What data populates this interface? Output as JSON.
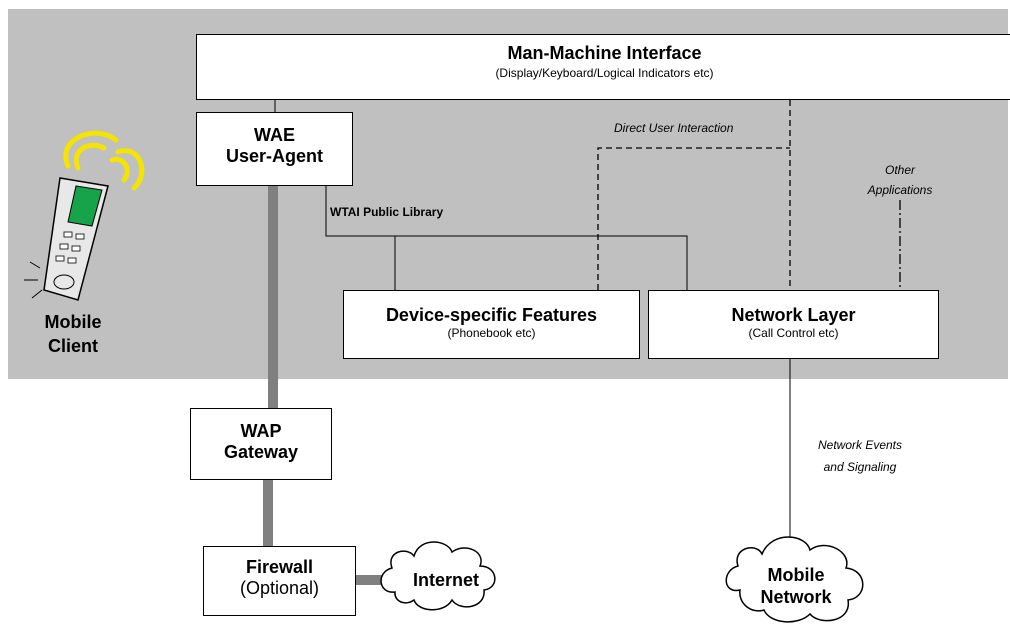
{
  "colors": {
    "band": "#c0c0c0",
    "box_fill": "#ffffff",
    "line": "#000000",
    "thick_link": "#808080",
    "phone_screen": "#16a34a",
    "signal": "#f5e400"
  },
  "icons": {
    "phone": "mobile-phone-icon",
    "internet": "cloud-icon",
    "mobile_network": "cloud-icon"
  },
  "mmi": {
    "title": "Man-Machine Interface",
    "subtitle": "(Display/Keyboard/Logical Indicators etc)"
  },
  "wae": {
    "line1": "WAE",
    "line2": "User-Agent"
  },
  "device": {
    "title": "Device-specific Features",
    "subtitle": "(Phonebook etc)"
  },
  "network_layer": {
    "title": "Network Layer",
    "subtitle": "(Call Control etc)"
  },
  "gateway": {
    "line1": "WAP",
    "line2": "Gateway"
  },
  "firewall": {
    "title": "Firewall",
    "subtitle": "(Optional)"
  },
  "mobile_client": {
    "line1": "Mobile",
    "line2": "Client"
  },
  "labels": {
    "wtai": "WTAI Public Library",
    "direct_user": "Direct User Interaction",
    "other_apps_1": "Other",
    "other_apps_2": "Applications",
    "net_events_1": "Network Events",
    "net_events_2": "and Signaling"
  },
  "internet": "Internet",
  "mobile_network": {
    "line1": "Mobile",
    "line2": "Network"
  }
}
